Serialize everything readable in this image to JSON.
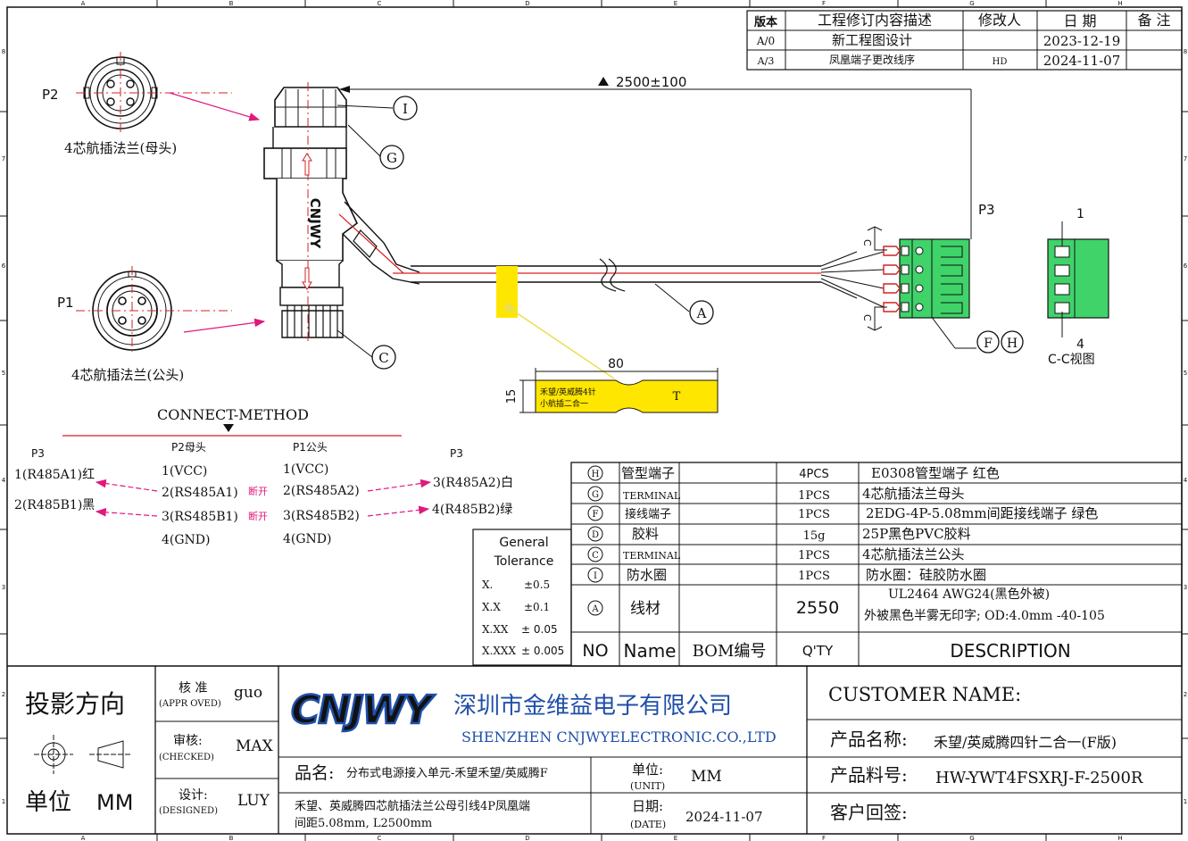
{
  "frame": {
    "cols_top": [
      "A",
      "B",
      "C",
      "D",
      "E",
      "F",
      "G",
      "H"
    ],
    "cols_bottom": [
      "A",
      "B",
      "C",
      "D",
      "E",
      "F",
      "G",
      "H"
    ],
    "rows": [
      "8",
      "7",
      "6",
      "5",
      "4",
      "3",
      "2",
      "1"
    ]
  },
  "revision": {
    "headers": [
      "版本",
      "工程修订内容描述",
      "修改人",
      "日 期",
      "备 注"
    ],
    "rows": [
      {
        "ver": "A/0",
        "desc": "新工程图设计",
        "by": "",
        "date": "2023-12-19",
        "note": ""
      },
      {
        "ver": "A/3",
        "desc": "凤凰端子更改线序",
        "by": "HD",
        "date": "2024-11-07",
        "note": ""
      }
    ]
  },
  "drawing": {
    "p2_label": "P2",
    "p2_caption": "4芯航插法兰(母头)",
    "p1_label": "P1",
    "p1_caption": "4芯航插法兰(公头)",
    "p3_label": "P3",
    "length": "2500±100",
    "brand_on_body": "CNJWY",
    "callout_I": "I",
    "callout_G": "G",
    "callout_C": "C",
    "callout_A": "A",
    "callout_F": "F",
    "callout_H": "H",
    "c_mark": "C",
    "label_dim": "80",
    "label_height": "15",
    "label_text_1": "禾望/英威腾4针",
    "label_text_2": "小航插二合一",
    "label_T": "T",
    "cc_view": "C-C视图",
    "cc_pin_1": "1",
    "cc_pin_4": "4"
  },
  "connect": {
    "title": "CONNECT-METHOD",
    "col_p3_left": "P3",
    "col_p2": "P2母头",
    "col_p1": "P1公头",
    "col_p3_right": "P3",
    "p3_left": [
      "1(R485A1)红",
      "2(R485B1)黑"
    ],
    "p2": [
      "1(VCC)",
      "2(RS485A1)",
      "3(RS485B1)",
      "4(GND)"
    ],
    "p1": [
      "1(VCC)",
      "2(RS485A2)",
      "3(RS485B2)",
      "4(GND)"
    ],
    "open": "断开",
    "p3_right": [
      "3(R485A2)白",
      "4(R485B2)绿"
    ]
  },
  "tolerance": {
    "title_1": "General",
    "title_2": "Tolerance",
    "rows": [
      {
        "k": "X.",
        "v": "±0.5"
      },
      {
        "k": "X.X",
        "v": "±0.1"
      },
      {
        "k": "X.XX",
        "v": "± 0.05"
      },
      {
        "k": "X.XXX",
        "v": "± 0.005"
      }
    ]
  },
  "bom": {
    "rows": [
      {
        "no": "H",
        "name": "管型端子",
        "code": "",
        "qty": "4PCS",
        "desc": "E0308管型端子 红色"
      },
      {
        "no": "G",
        "name": "TERMINAL",
        "code": "",
        "qty": "1PCS",
        "desc": "4芯航插法兰母头"
      },
      {
        "no": "F",
        "name": "接线端子",
        "code": "",
        "qty": "1PCS",
        "desc": "2EDG-4P-5.08mm间距接线端子 绿色"
      },
      {
        "no": "D",
        "name": "胶料",
        "code": "",
        "qty": "15g",
        "desc": "25P黑色PVC胶料"
      },
      {
        "no": "C",
        "name": "TERMINAL",
        "code": "",
        "qty": "1PCS",
        "desc": "4芯航插法兰公头"
      },
      {
        "no": "I",
        "name": "防水圈",
        "code": "",
        "qty": "1PCS",
        "desc": "防水圈：硅胶防水圈"
      },
      {
        "no": "A",
        "name": "线材",
        "code": "",
        "qty": "2550",
        "desc": "UL2464 AWG24(黑色外被)",
        "desc2": "外被黑色半雾无印字; OD:4.0mm  -40-105"
      }
    ],
    "header": {
      "no": "NO",
      "name": "Name",
      "code": "BOM编号",
      "qty": "Q'TY",
      "desc": "DESCRIPTION"
    }
  },
  "title_block": {
    "projection": "投影方向",
    "unit_label": "单位",
    "unit_value": "MM",
    "approved_cn": "核 准",
    "approved_en": "(APPR OVED)",
    "approved_by": "guo",
    "checked_cn": "审核:",
    "checked_en": "(CHECKED)",
    "checked_by": "MAX",
    "designed_cn": "设计:",
    "designed_en": "(DESIGNED)",
    "designed_by": "LUY",
    "logo": "CNJWY",
    "company_cn": "深圳市金维益电子有限公司",
    "company_en": "SHENZHEN CNJWYELECTRONIC.CO.,LTD",
    "pname_label": "品名:",
    "pname_value": "分布式电源接入单元-禾望禾望/英威腾F",
    "spec_1": "禾望、英威腾四芯航插法兰公母引线4P凤凰端",
    "spec_2": "间距5.08mm, L2500mm",
    "unit_cn": "单位:",
    "unit_en": "(UNIT)",
    "unit_mm": "MM",
    "date_cn": "日期:",
    "date_en": "(DATE)",
    "date_value": "2024-11-07",
    "customer_name": "CUSTOMER NAME:",
    "product_name_label": "产品名称:",
    "product_name_value": "禾望/英威腾四针二合一(F版)",
    "product_no_label": "产品料号:",
    "product_no_value": "HW-YWT4FSXRJ-F-2500R",
    "customer_reply": "客户回签:"
  },
  "colors": {
    "blue": "#1f4fa8",
    "pink": "#e0197d",
    "green": "#3fd36a",
    "yellow": "#ffe600",
    "red": "#d62020"
  }
}
